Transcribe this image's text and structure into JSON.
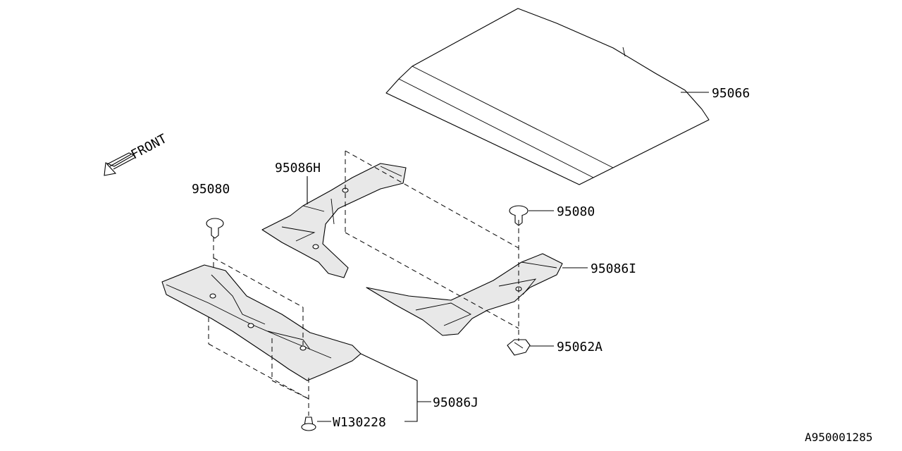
{
  "diagram": {
    "front_label": "FRONT",
    "reference_id": "A950001285",
    "callouts": {
      "p95066": "95066",
      "p95086H": "95086H",
      "p95080_left": "95080",
      "p95080_right": "95080",
      "p95086I": "95086I",
      "p95062A": "95062A",
      "p95086J": "95086J",
      "pW130228": "W130228"
    }
  }
}
